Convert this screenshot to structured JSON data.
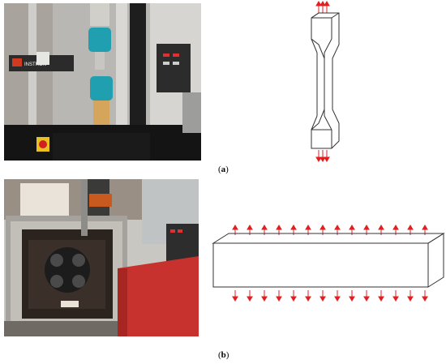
{
  "figure": {
    "panel_a": {
      "label": "a",
      "photo_icon": "tensile-testing-machine-photo",
      "sketch_icon": "dogbone-specimen-sketch"
    },
    "panel_b": {
      "label": "b",
      "photo_icon": "environmental-chamber-photo",
      "sketch_icon": "rectangular-bar-specimen-sketch"
    },
    "photo_a_text": {
      "brand": "INSTRON"
    },
    "colors": {
      "arrow": "#e02020",
      "outline": "#333333",
      "instron_red": "#d03a20",
      "chamber_red": "#c8322e"
    }
  }
}
